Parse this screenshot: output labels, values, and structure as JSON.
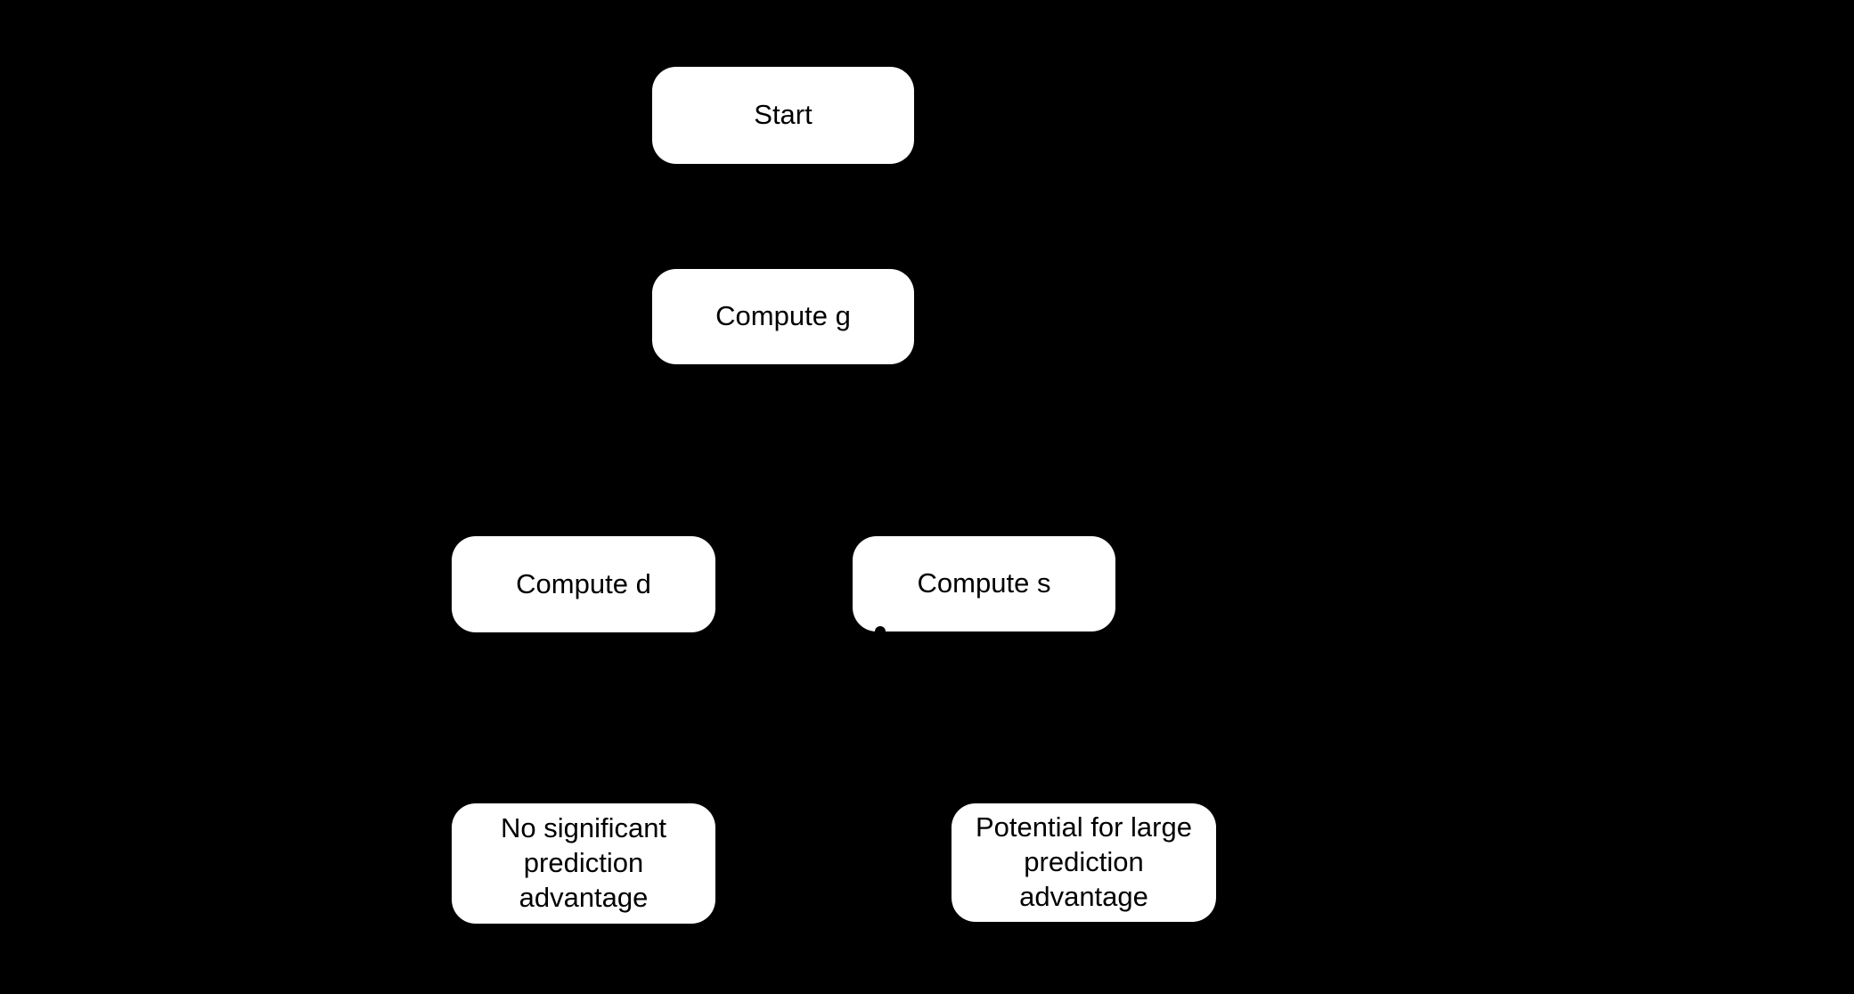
{
  "colors": {
    "background": "#000000",
    "node_fill": "#ffffff",
    "node_text": "#000000"
  },
  "diagram": {
    "type": "flowchart",
    "nodes": [
      {
        "id": "start",
        "label": "Start"
      },
      {
        "id": "compute-g",
        "label": "Compute g"
      },
      {
        "id": "compute-d",
        "label": "Compute d"
      },
      {
        "id": "compute-s",
        "label": "Compute s"
      },
      {
        "id": "no-significant-advantage",
        "label": "No significant prediction advantage"
      },
      {
        "id": "potential-large-advantage",
        "label": "Potential for large prediction advantage"
      }
    ]
  }
}
